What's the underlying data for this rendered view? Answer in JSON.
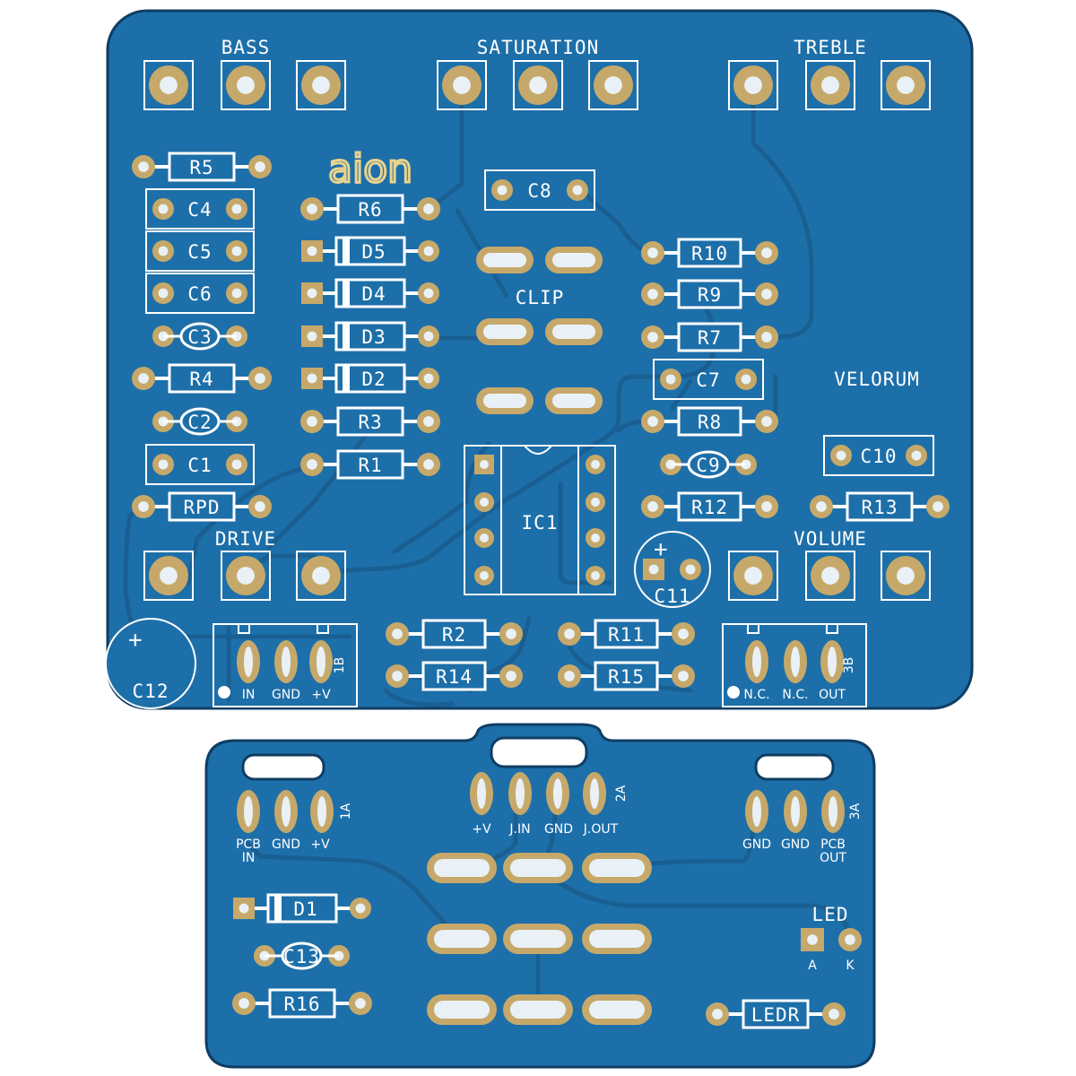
{
  "colors": {
    "board": "#1d6fa9",
    "board_edge": "#0f3d63",
    "trace": "#1a5f92",
    "copper": "#c6a96a",
    "hole": "#e9f1f7",
    "silkscreen": "#ffffff",
    "resistor_body": "#1d6fa9"
  },
  "main_board": {
    "pot_labels": {
      "bass": "BASS",
      "saturation": "SATURATION",
      "treble": "TREBLE",
      "drive": "DRIVE",
      "volume": "VOLUME"
    },
    "logo": "aion",
    "project_name": "VELORUM",
    "clip_label": "CLIP",
    "ic_label": "IC1",
    "resistors": {
      "r5": "R5",
      "r6": "R6",
      "r4": "R4",
      "r3": "R3",
      "r1": "R1",
      "rpd": "RPD",
      "r10": "R10",
      "r9": "R9",
      "r7": "R7",
      "r8": "R8",
      "r12": "R12",
      "r13": "R13",
      "r2": "R2",
      "r14": "R14",
      "r11": "R11",
      "r15": "R15"
    },
    "capacitors": {
      "c4": "C4",
      "c5": "C5",
      "c6": "C6",
      "c3": "C3",
      "c2": "C2",
      "c1": "C1",
      "c8": "C8",
      "c7": "C7",
      "c9": "C9",
      "c10": "C10",
      "c11": "C11",
      "c12": "C12"
    },
    "diodes": {
      "d5": "D5",
      "d4": "D4",
      "d3": "D3",
      "d2": "D2"
    },
    "header_1b": {
      "id": "1B",
      "pins": [
        "IN",
        "GND",
        "+V"
      ]
    },
    "header_3b": {
      "id": "3B",
      "pins": [
        "N.C.",
        "N.C.",
        "OUT"
      ]
    },
    "polarity_mark": "+"
  },
  "daughter_board": {
    "header_1a": {
      "id": "1A",
      "pins": [
        "PCB\nIN",
        "GND",
        "+V"
      ],
      "pin1_line1": "PCB",
      "pin1_line2": "IN"
    },
    "header_2a": {
      "id": "2A",
      "pins": [
        "+V",
        "J.IN",
        "GND",
        "J.OUT"
      ]
    },
    "header_3a": {
      "id": "3A",
      "pins": [
        "GND",
        "GND",
        "PCB\nOUT"
      ],
      "pin3_line1": "PCB",
      "pin3_line2": "OUT"
    },
    "led": {
      "label": "LED",
      "anode": "A",
      "cathode": "K"
    },
    "d1": "D1",
    "c13": "C13",
    "r16": "R16",
    "ledr": "LEDR"
  }
}
